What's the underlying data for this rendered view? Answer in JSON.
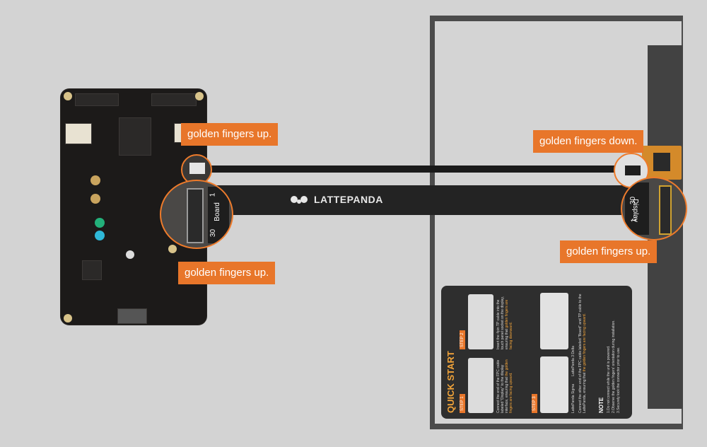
{
  "labels": {
    "board_small_connector": "golden fingers up.",
    "board_main_connector": "golden fingers up.",
    "display_small_connector": "golden fingers down.",
    "display_main_connector": "golden fingers up."
  },
  "cable": {
    "brand": "LATTEPANDA"
  },
  "board_zoom": {
    "pin_first": "1",
    "pin_last": "30",
    "cable_label": "Board"
  },
  "display_zoom": {
    "pin_first": "1",
    "pin_last": "30",
    "cable_label": "Display"
  },
  "quick_start": {
    "title": "QUICK START",
    "step1": {
      "badge": "STEP 1",
      "text": "Connect the end of the FPC cable labeled \"Display\" to the display interface, ensuring that",
      "highlight": "the golden fingers are facing upward."
    },
    "step2": {
      "badge": "STEP 2",
      "text": "Insert the 4pin TP cable into the touch panel socket on the display, ensuring that",
      "highlight": "golden fingers are facing downward."
    },
    "step3": {
      "badge": "STEP 3",
      "text": "Connect the other end of the FPC cable labeled \"Board\" and TP cable to the LattePanda, ensuring that",
      "highlight": "the golden fingers are facing upward."
    },
    "boards_caption": "LattePanda Sigma        LattePanda 3 Delta",
    "note_title": "NOTE",
    "notes": [
      "1.Do not connect while the unit is powered.",
      "2.Observe the golden fingers' orientation during installation.",
      "3.Securely lock the connector prior to use."
    ]
  },
  "colors": {
    "accent": "#e8762a",
    "background": "#d3d3d3",
    "cable": "#232323",
    "board": "#1c1a19",
    "display_frame": "#4b4b4b"
  }
}
